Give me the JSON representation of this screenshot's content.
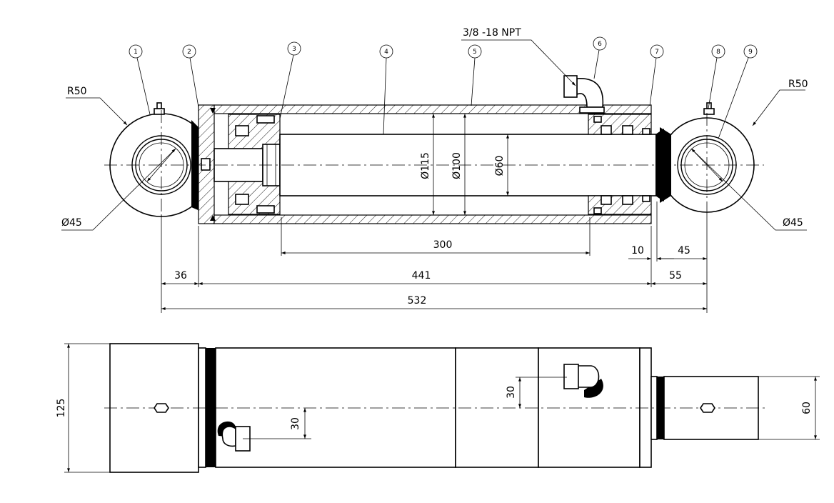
{
  "balloons": [
    "1",
    "2",
    "3",
    "4",
    "5",
    "6",
    "7",
    "8",
    "9"
  ],
  "port_label": "3/8 -18 NPT",
  "radius_left": "R50",
  "radius_right": "R50",
  "bore_left": "Ø45",
  "bore_right": "Ø45",
  "dia_barrel": "Ø115",
  "dia_bore": "Ø100",
  "dia_rod": "Ø60",
  "dims": {
    "stroke": "300",
    "end_left": "36",
    "body_length": "441",
    "overall": "532",
    "gap": "10",
    "eye_offset": "45",
    "end_right": "55",
    "height": "125",
    "port_offset_a": "30",
    "port_offset_b": "30",
    "rod_height": "60"
  }
}
